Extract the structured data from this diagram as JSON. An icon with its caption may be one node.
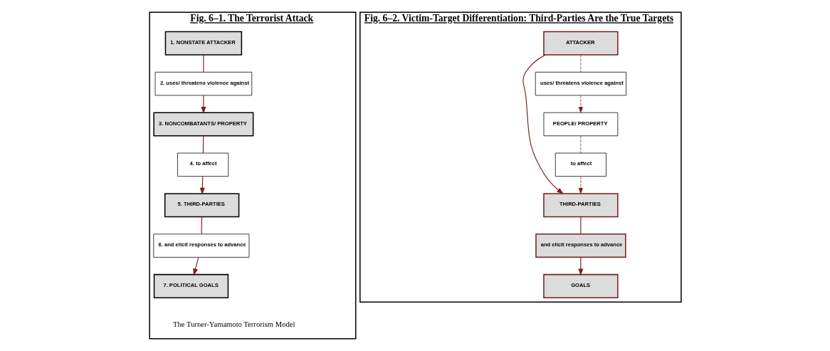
{
  "diagram": {
    "nodes": [
      {
        "text": [
          "Fig. 6–1. The Terrorist Attack",
          "The Turner-Yamamoto Terrorism Model"
        ]
      },
      {
        "text": [
          "7. POLITICAL GOALS"
        ],
        "in": 0
      },
      {
        "text": [
          "6. and elicit responses to advance"
        ],
        "in": 0
      },
      {
        "text": [
          "1. NONSTATE ATTACKER"
        ],
        "in": 0
      },
      {
        "text": [
          "5. THIRD-PARTIES"
        ],
        "in": 0
      },
      {
        "text": [
          "2. uses/ threatens violence against"
        ],
        "in": 0
      },
      {
        "text": [
          "4. to affect"
        ],
        "in": 0
      },
      {
        "text": [
          "3. NONCOMBATANTS/ PROPERTY"
        ],
        "in": 0
      },
      {
        "text": [
          "Fig. 6–2. Victim-Target Differentiation: Third-Parties Are the True Targets"
        ]
      },
      {
        "text": [
          "GOALS"
        ],
        "in": 8
      },
      {
        "text": [
          "and elicit responses to advance"
        ],
        "in": 8
      },
      {
        "text": [
          "ATTACKER"
        ],
        "in": 8
      },
      {
        "text": [
          "THIRD-PARTIES"
        ],
        "in": 8
      },
      {
        "text": [
          "uses/ threatens violence against"
        ],
        "in": 8
      },
      {
        "text": [
          "to affect"
        ],
        "in": 8
      },
      {
        "text": [
          "PEOPLE/ PROPERTY"
        ],
        "in": 8
      }
    ],
    "edges": [
      {
        "from": 3,
        "to": 5,
        "arrow": "none"
      },
      {
        "from": 5,
        "to": 7,
        "arrow": "to"
      },
      {
        "from": 7,
        "to": 6,
        "arrow": "none"
      },
      {
        "from": 6,
        "to": 4,
        "arrow": "to"
      },
      {
        "from": 4,
        "to": 2,
        "arrow": "none"
      },
      {
        "from": 2,
        "to": 1,
        "arrow": "to"
      },
      {
        "from": 11,
        "to": 12,
        "arrow": "to"
      },
      {
        "from": 12,
        "to": 10,
        "arrow": "none"
      },
      {
        "from": 10,
        "to": 9,
        "arrow": "to"
      },
      {
        "from": 11,
        "to": 13,
        "arrow": "none",
        "style": "dashed"
      },
      {
        "from": 13,
        "to": 15,
        "arrow": "to",
        "style": "dashed"
      },
      {
        "from": 15,
        "to": 14,
        "arrow": "none",
        "style": "dashed"
      },
      {
        "from": 14,
        "to": 12,
        "arrow": "to",
        "style": "dashed"
      }
    ]
  }
}
